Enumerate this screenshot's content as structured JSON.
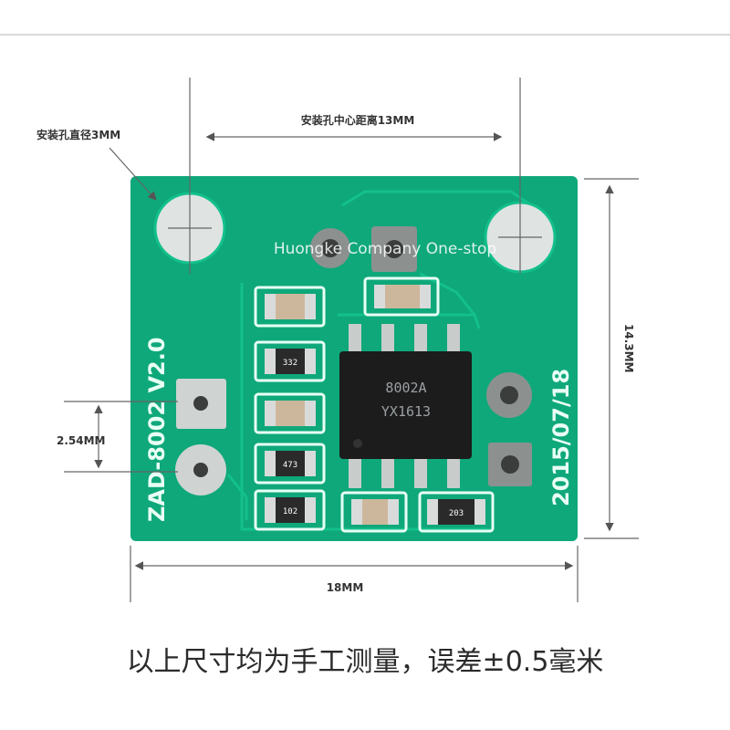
{
  "dimensions": {
    "hole_diameter": "安装孔直径3MM",
    "hole_center_distance": "安装孔中心距离13MM",
    "height": "14.3MM",
    "width": "18MM",
    "pin_pitch": "2.54MM"
  },
  "board": {
    "model_label": "ZAD-8002 V2.0",
    "date_label": "2015/07/18",
    "chip_line1": "8002A",
    "chip_line2": "YX1613",
    "resistor_codes": [
      "332",
      "473",
      "102",
      "203"
    ],
    "watermark": "Huongke  Company  One-stop",
    "colors": {
      "pcb": "#0fa87a",
      "pad": "#cfd3d2",
      "chip": "#1c1c1c"
    }
  },
  "caption": "以上尺寸均为手工测量，误差±0.5毫米"
}
